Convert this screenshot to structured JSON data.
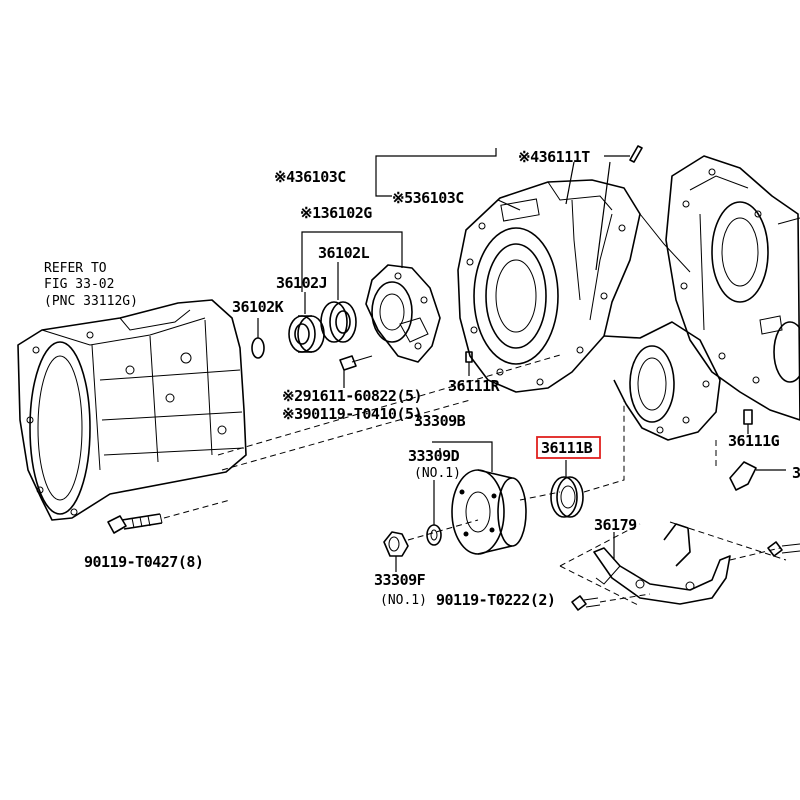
{
  "labels": {
    "l_36103c_a": {
      "mark": "※4",
      "code": "36103C"
    },
    "l_36111t": {
      "mark": "※4",
      "code": "36111T"
    },
    "l_36103c_b": {
      "mark": "※5",
      "code": "36103C"
    },
    "l_36102g": {
      "mark": "※1",
      "code": "36102G"
    },
    "l_36102l": {
      "mark": "",
      "code": "36102L"
    },
    "l_36102j": {
      "mark": "",
      "code": "36102J"
    },
    "l_36102k": {
      "mark": "",
      "code": "36102K"
    },
    "l_91611": {
      "mark": "※2",
      "code": "91611-60822(5)"
    },
    "l_90119_t0410": {
      "mark": "※3",
      "code": "90119-T0410(5)"
    },
    "l_36111r": {
      "mark": "",
      "code": "36111R"
    },
    "l_33309b": {
      "mark": "",
      "code": "33309B"
    },
    "l_33309d": {
      "mark": "",
      "code": "33309D"
    },
    "l_33309d_no": {
      "mark": "",
      "code": "(NO.1)"
    },
    "l_36111b": {
      "mark": "",
      "code": "36111B"
    },
    "l_36111g": {
      "mark": "",
      "code": "36111G"
    },
    "l_36179": {
      "mark": "",
      "code": "36179"
    },
    "l_33309f": {
      "mark": "",
      "code": "33309F"
    },
    "l_33309f_no": {
      "mark": "",
      "code": "(NO.1)"
    },
    "l_90119_t0222": {
      "mark": "",
      "code": "90119-T0222(2)"
    },
    "l_90119_t0427": {
      "mark": "",
      "code": "90119-T0427(8)"
    },
    "l_cut": {
      "mark": "",
      "code": "3"
    }
  },
  "refer": {
    "line1": "REFER TO",
    "line2": "FIG 33-02",
    "line3": "(PNC 33112G)"
  },
  "highlight": {
    "part": "36111B",
    "color": "#e0201e"
  }
}
